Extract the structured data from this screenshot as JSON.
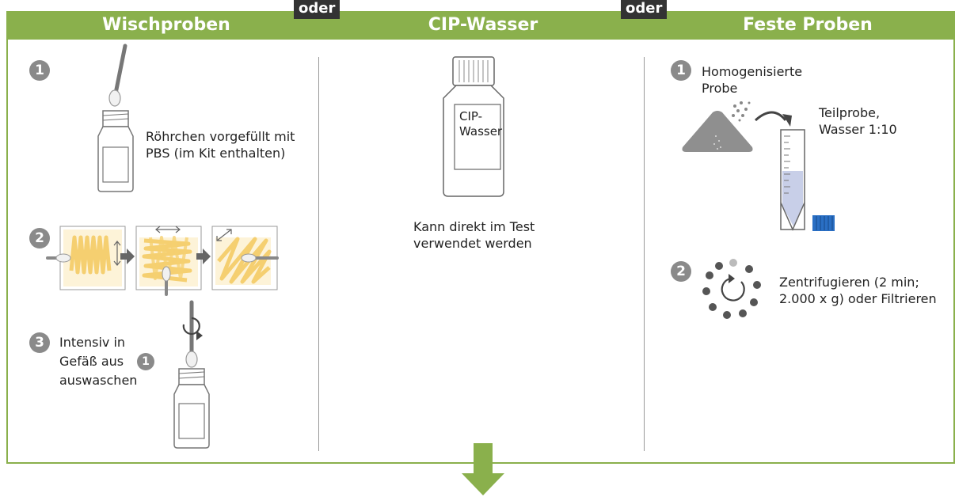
{
  "columns": {
    "wischproben": {
      "title": "Wischproben",
      "step1_number": "1",
      "step1_text": "Röhrchen vorgefüllt mit PBS (im Kit enthalten)",
      "step2_number": "2",
      "step3_number": "3",
      "step3_text_a": "Intensiv in",
      "step3_text_b": "Gefäß aus",
      "step3_ref": "1",
      "step3_text_c": "auswaschen"
    },
    "cip_wasser": {
      "title": "CIP-Wasser",
      "bottle_label": "CIP-Wasser",
      "text": "Kann direkt im Test verwendet werden"
    },
    "feste_proben": {
      "title": "Feste Proben",
      "step1_number": "1",
      "step1_text": "Homogenisierte Probe",
      "teilprobe_text": "Teilprobe, Wasser 1:10",
      "step2_number": "2",
      "step2_text": "Zentrifugieren (2 min; 2.000 x g) oder Filtrieren"
    }
  },
  "connectors": {
    "oder_1": "oder",
    "oder_2": "oder"
  },
  "colors": {
    "accent": "#8ab04c",
    "badge": "#8a8a8a",
    "swab_zone": "#fbe4a8",
    "liquid": "#c8cfe8",
    "cap_blue": "#2a6fc4"
  }
}
